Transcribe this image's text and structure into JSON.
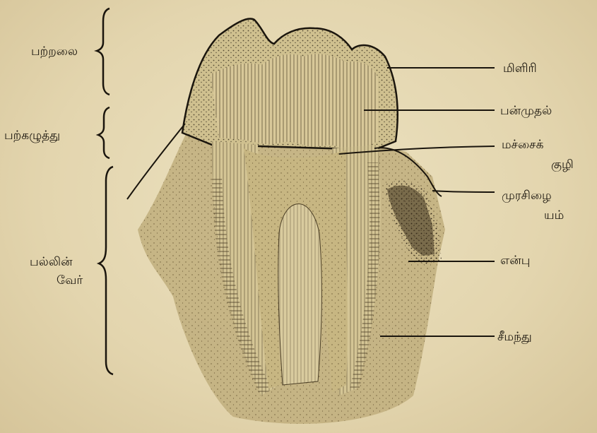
{
  "left_labels": {
    "crown": "பற்றலை",
    "neck": "பற்கழுத்து",
    "root_line1": "பல்லின்",
    "root_line2": "வேர்"
  },
  "right_labels": {
    "enamel": "மிளிரி",
    "dentine": "பன்முதல்",
    "pulp_line1": "மச்சைக்",
    "pulp_line2": "குழி",
    "gum_line1": "முரசிழை",
    "gum_line2": "யம்",
    "bone": "என்பு",
    "cement": "சீமந்து"
  },
  "colors": {
    "paper": "#e6d9b3",
    "ink": "#1a150d",
    "tissue": "#b7a572"
  }
}
